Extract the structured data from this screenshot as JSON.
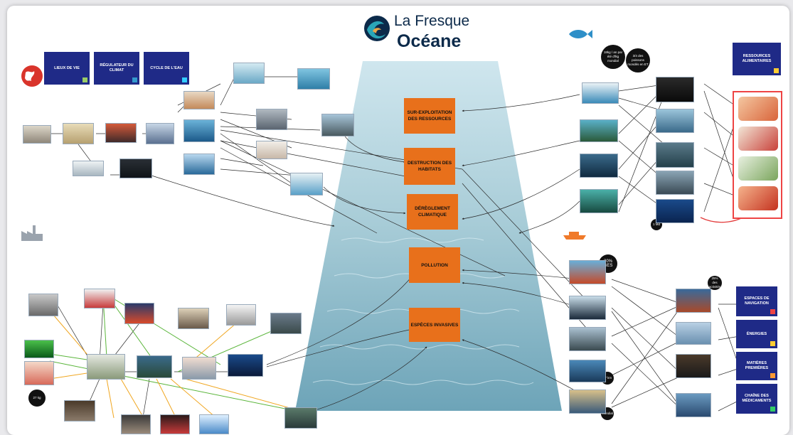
{
  "logo": {
    "line1": "La Fresque",
    "line2": "Océane"
  },
  "causes": [
    {
      "id": "surexploitation",
      "label": "SUR-EXPLOITATION DES RESSOURCES"
    },
    {
      "id": "destruction",
      "label": "DESTRUCTION DES HABITATS"
    },
    {
      "id": "dereglement",
      "label": "DÉRÈGLEMENT CLIMATIQUE"
    },
    {
      "id": "pollution",
      "label": "POLLUTION"
    },
    {
      "id": "especes",
      "label": "ESPÈCES INVASIVES"
    }
  ],
  "climate_cards": [
    {
      "label": "LIEUX DE VIE"
    },
    {
      "label": "RÉGULATEUR DU CLIMAT"
    },
    {
      "label": "CYCLE DE L'EAU"
    }
  ],
  "resources_card": {
    "label": "RESSOURCES ALIMENTAIRES"
  },
  "uses_cards": [
    {
      "label": "ESPACES DE NAVIGATION"
    },
    {
      "label": "ÉNERGIES"
    },
    {
      "label": "MATIÈRES PREMIÈRES"
    },
    {
      "label": "CHAÎNE DES MÉDICAMENTS"
    }
  ],
  "stat_bubbles": [
    {
      "text": "18kg / an par été d'lkg mondial"
    },
    {
      "text": "3/4 des poissons mondés en ET"
    },
    {
      "text": "20% GES"
    },
    {
      "text": "25% des activités"
    },
    {
      "text": "27 km"
    },
    {
      "text": "Mondial"
    },
    {
      "text": "1 Md"
    },
    {
      "text": "27 kg"
    }
  ],
  "colors": {
    "orange": "#e8701b",
    "navy": "#1f2a87",
    "link": "#2b2b2b",
    "green_link": "#5ab53a",
    "yellow_link": "#f0a620",
    "red_link": "#e33b3b"
  }
}
